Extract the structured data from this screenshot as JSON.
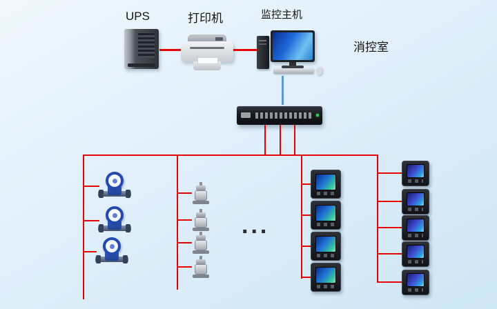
{
  "labels": {
    "ups": "UPS",
    "printer": "打印机",
    "host": "监控主机",
    "control_room": "消控室",
    "ellipsis": "..."
  },
  "devices": {
    "ups": "ups-tower",
    "printer": "laser-printer",
    "host": "monitoring-computer",
    "collector": "data-collector-switch",
    "water_meter_count": 3,
    "valve_sensor_count": 4,
    "power_meter_left_count": 4,
    "power_meter_right_count": 5
  },
  "colors": {
    "cable": "#e60000",
    "uplink": "#5b9bd5",
    "background_top": "#f0f8fc",
    "background_bottom": "#cfe6f4"
  }
}
